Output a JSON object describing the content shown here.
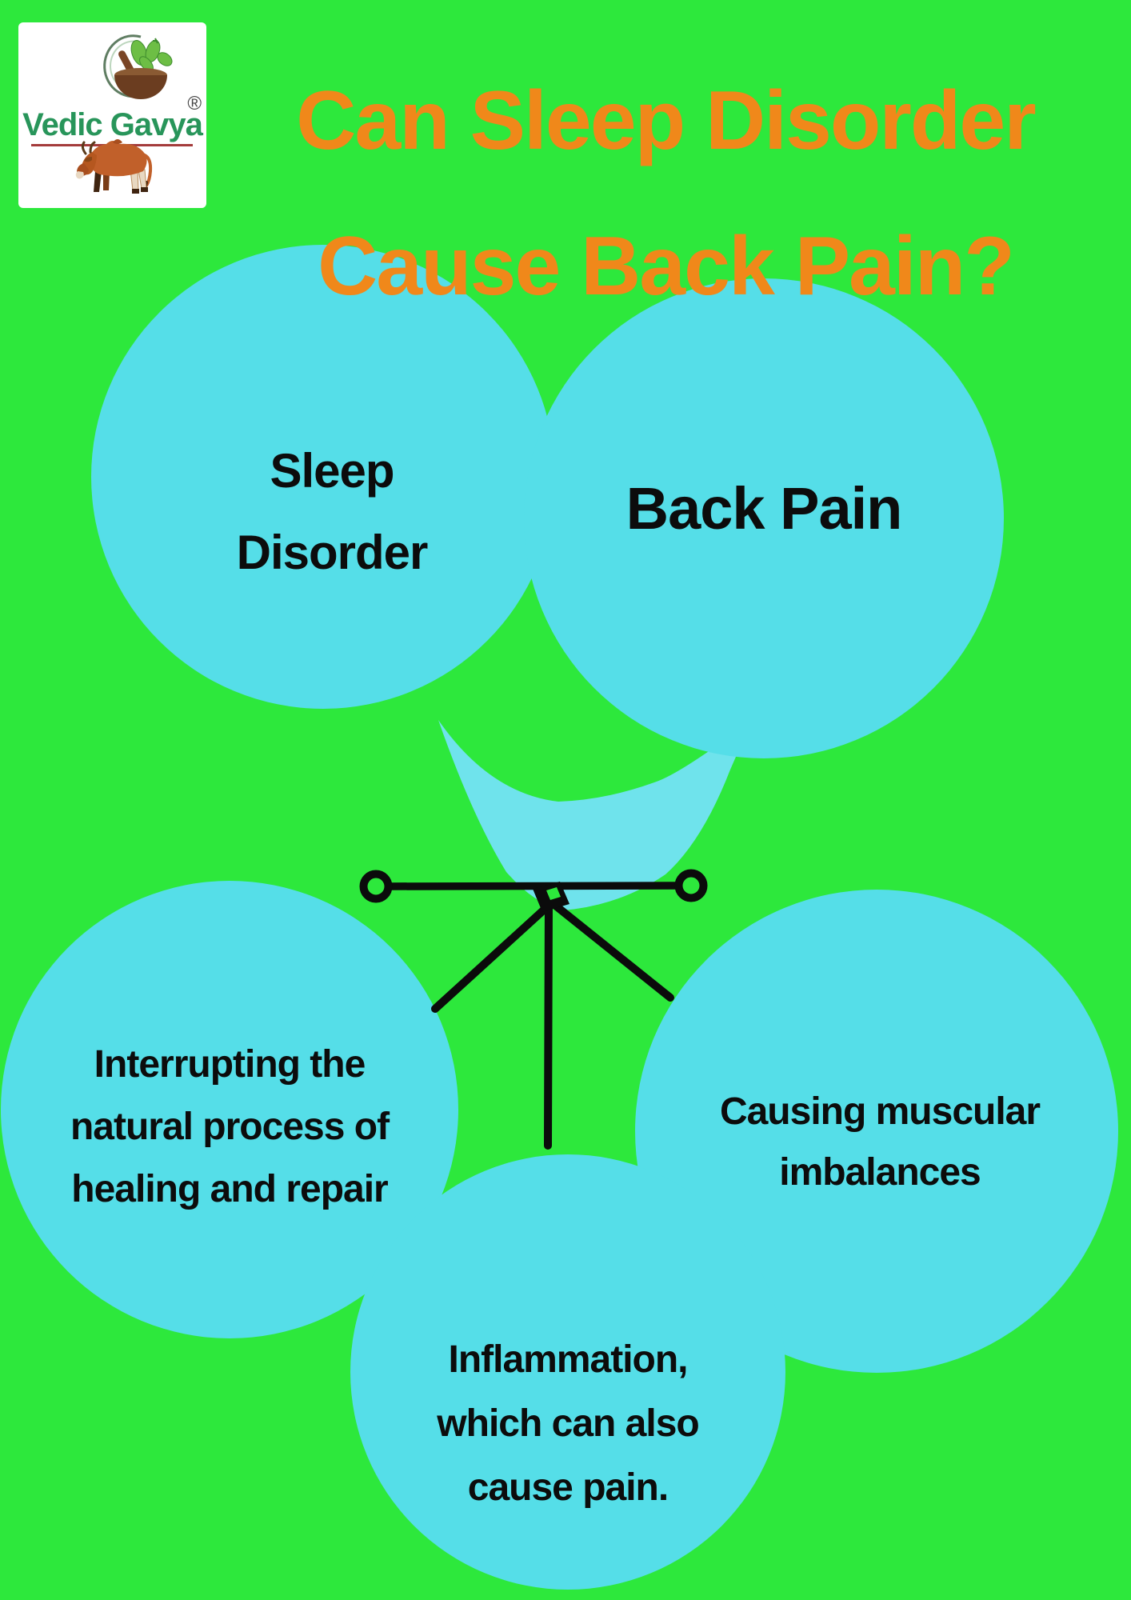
{
  "logo": {
    "brand": "Vedic Gavya",
    "registered": "®"
  },
  "title": {
    "line1": "Can Sleep Disorder",
    "line2": "Cause Back Pain?"
  },
  "nodes": {
    "sleep_disorder": {
      "line1": "Sleep",
      "line2": "Disorder"
    },
    "back_pain": {
      "label": "Back Pain"
    },
    "interrupting": {
      "line1": "Interrupting the",
      "line2": "natural process of",
      "line3": "healing and repair"
    },
    "causing": {
      "line1": "Causing muscular",
      "line2": "imbalances"
    },
    "inflammation": {
      "line1": "Inflammation,",
      "line2": "which can also",
      "line3": "cause pain."
    }
  },
  "colors": {
    "background_green": "#2DE83C",
    "circle_cyan": "#55DEE8",
    "arc_light_cyan": "#6FE3EC",
    "title_orange": "#F0881A",
    "text_black": "#0c0c0c",
    "brand_green": "#28955A",
    "underline_red": "#A43B3B",
    "cow_brown": "#C1602A",
    "connector_black": "#0b0b0b"
  },
  "icons": {
    "logo_emblem": "mortar-pestle-with-leaves",
    "cow": "gir-cow",
    "connector": "umbrella-frame-with-ring-endpoints"
  }
}
